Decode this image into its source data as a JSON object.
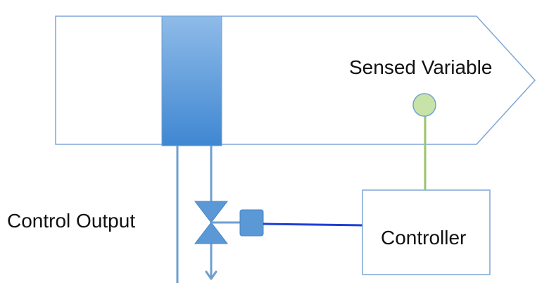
{
  "labels": {
    "sensed_variable": "Sensed Variable",
    "control_output": "Control Output",
    "controller": "Controller"
  },
  "colors": {
    "outline": "#7fa6d6",
    "pipe": "#6f9fcf",
    "coil_top": "#8fbbe8",
    "coil_bottom": "#3f87d2",
    "valve": "#5b98d6",
    "actuator": "#5b98d6",
    "signal_line": "#1f3fd6",
    "sensor_fill": "#c8e3a8",
    "sensor_stroke": "#6fa4cf",
    "sensor_wire": "#9bc46a"
  }
}
